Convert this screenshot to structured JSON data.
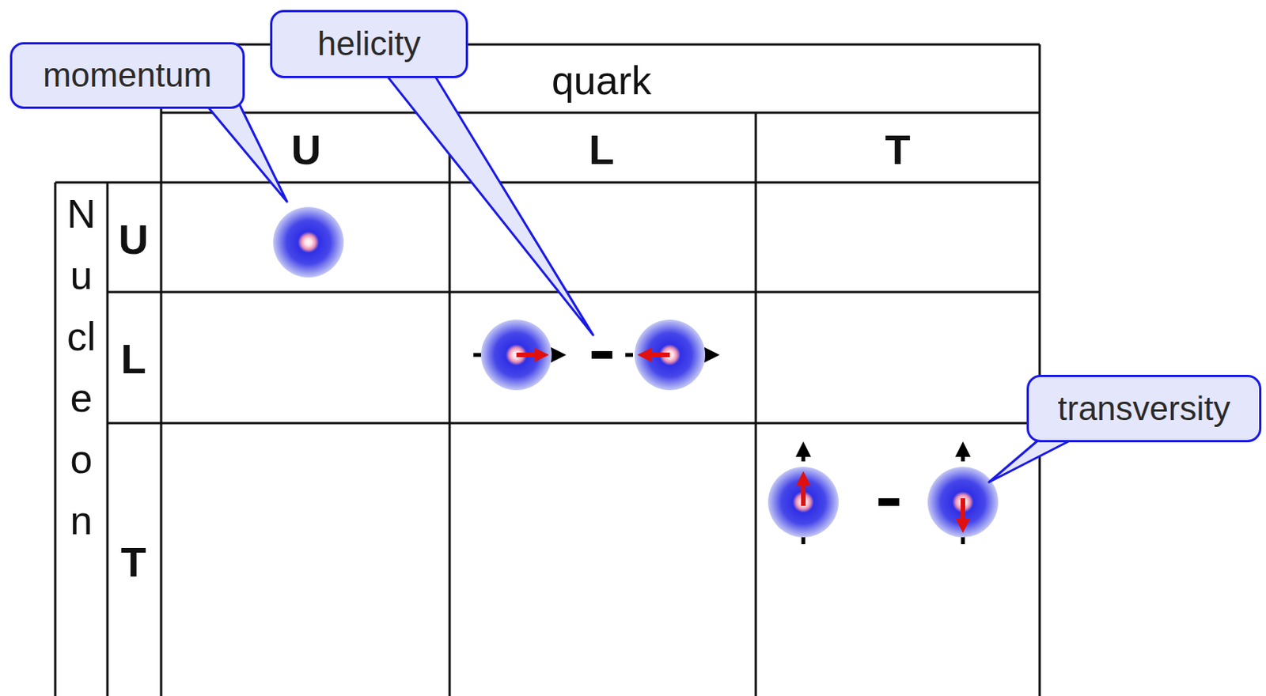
{
  "diagram": {
    "nodes": [
      {
        "text": [
          "momentum"
        ]
      },
      {
        "text": [
          "helicity"
        ]
      },
      {
        "text": [
          "transversity"
        ]
      }
    ],
    "labels": [
      "quark",
      "U",
      "L",
      "T",
      "Nucleon",
      "U",
      "L",
      "T"
    ]
  }
}
